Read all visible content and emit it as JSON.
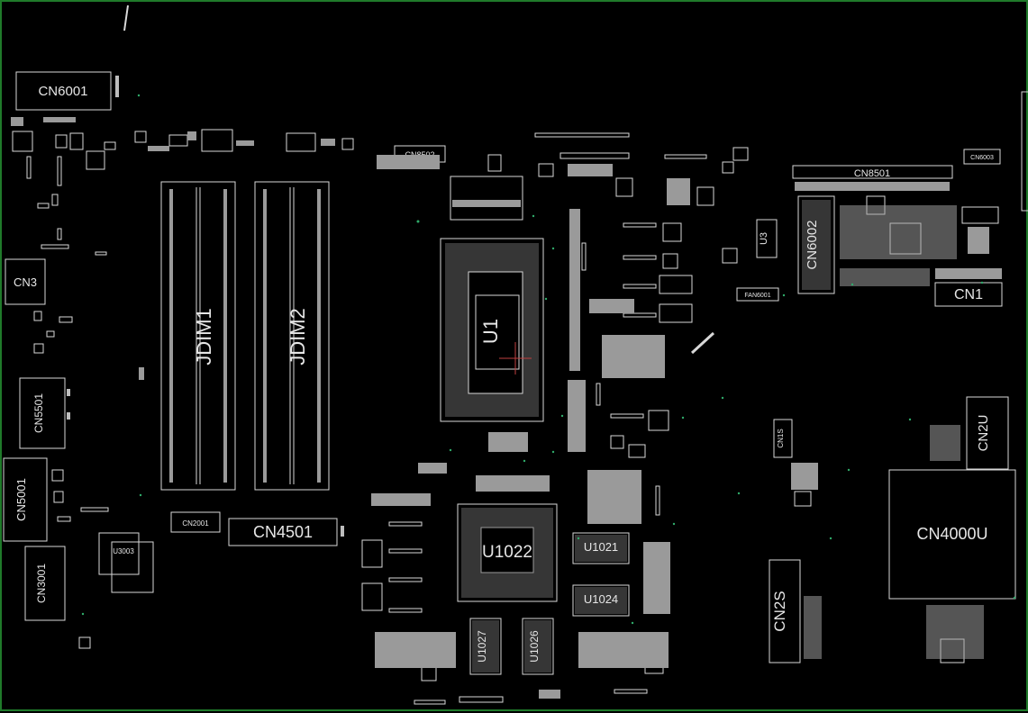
{
  "viewer": {
    "background": "#000000",
    "frame_color": "#1f7a2a",
    "outline_color": "#d8d8d8",
    "via_color": "#2faa6a"
  },
  "labels": {
    "cn6001": "CN6001",
    "cn3": "CN3",
    "cn5501": "CN5501",
    "cn5001": "CN5001",
    "cn3001": "CN3001",
    "jdim1": "JDIM1",
    "jdim2": "JDIM2",
    "cn2001": "CN2001",
    "cn4501": "CN4501",
    "u3003": "U3003",
    "cn8502": "CN8502",
    "u1": "U1",
    "u1022": "U1022",
    "u1021": "U1021",
    "u1024": "U1024",
    "u1027": "U1027",
    "u1026": "U1026",
    "cn8501": "CN8501",
    "cn6003": "CN6003",
    "cn6002": "CN6002",
    "u3": "U3",
    "fan6001": "FAN6001",
    "cn1": "CN1",
    "cn1s": "CN1S",
    "cn2u": "CN2U",
    "cn4000u": "CN4000U",
    "cn2s": "CN2S"
  }
}
